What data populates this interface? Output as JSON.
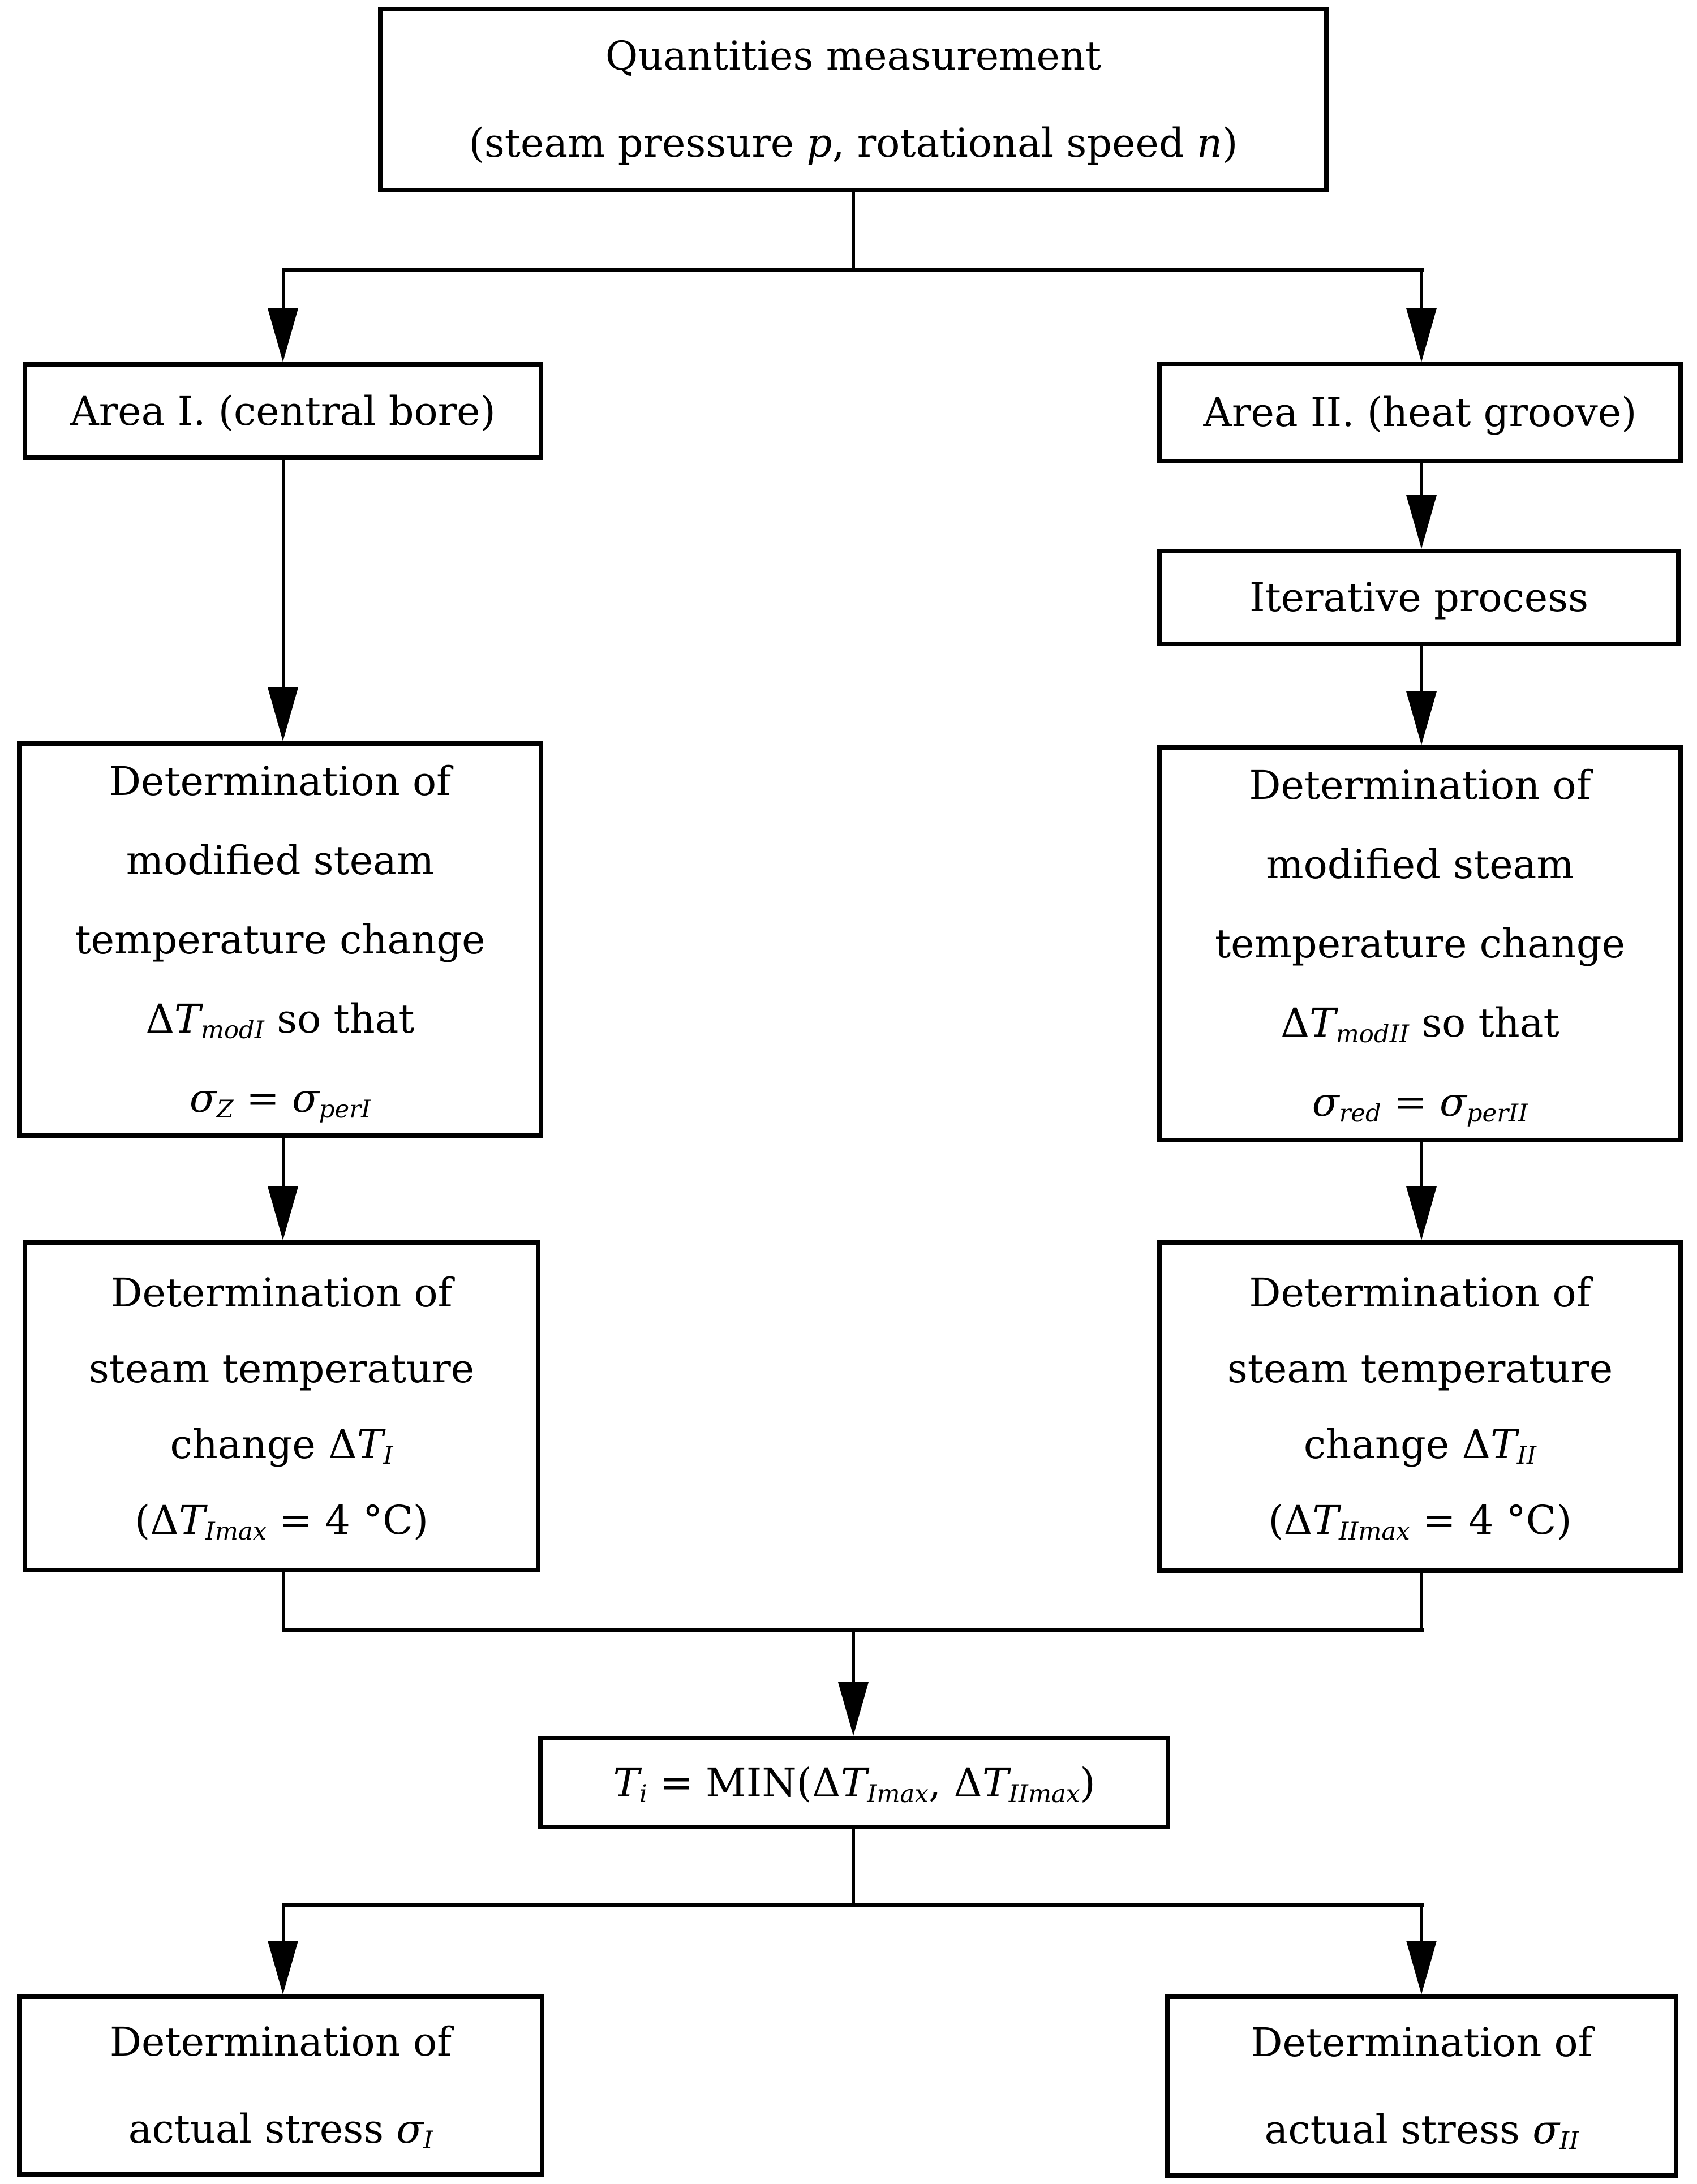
{
  "figure": {
    "description": "Flowchart of steam temperature change determination for turbine rotor areas",
    "colors": {
      "line": "#000000",
      "background": "#ffffff",
      "text": "#000000"
    }
  },
  "boxes": {
    "quantities": {
      "lines": [
        [
          {
            "t": "Quantities measurement"
          }
        ],
        [
          {
            "t": "(steam pressure "
          },
          {
            "t": "p",
            "i": true
          },
          {
            "t": ", rotational speed "
          },
          {
            "t": "n",
            "i": true
          },
          {
            "t": ")"
          }
        ]
      ]
    },
    "area1": {
      "text": "Area I. (central bore)"
    },
    "area2": {
      "text": "Area II. (heat groove)"
    },
    "iterative": {
      "text": "Iterative process"
    },
    "mod1": {
      "lines": [
        [
          {
            "t": "Determination of"
          }
        ],
        [
          {
            "t": "modified steam"
          }
        ],
        [
          {
            "t": "temperature change"
          }
        ],
        [
          {
            "t": "Δ"
          },
          {
            "t": "T",
            "i": true
          },
          {
            "t": "modI",
            "i": true,
            "sub": true
          },
          {
            "t": " so that"
          }
        ],
        [
          {
            "t": "σ",
            "i": true
          },
          {
            "t": "Z",
            "i": true,
            "sub": true
          },
          {
            "t": " = "
          },
          {
            "t": "σ",
            "i": true
          },
          {
            "t": "perI",
            "i": true,
            "sub": true
          }
        ]
      ]
    },
    "mod2": {
      "lines": [
        [
          {
            "t": "Determination of"
          }
        ],
        [
          {
            "t": "modified steam"
          }
        ],
        [
          {
            "t": "temperature change"
          }
        ],
        [
          {
            "t": "Δ"
          },
          {
            "t": "T",
            "i": true
          },
          {
            "t": "modII",
            "i": true,
            "sub": true
          },
          {
            "t": " so that"
          }
        ],
        [
          {
            "t": "σ",
            "i": true
          },
          {
            "t": "red",
            "i": true,
            "sub": true
          },
          {
            "t": " = "
          },
          {
            "t": "σ",
            "i": true
          },
          {
            "t": "perII",
            "i": true,
            "sub": true
          }
        ]
      ]
    },
    "dt1": {
      "lines": [
        [
          {
            "t": "Determination of"
          }
        ],
        [
          {
            "t": "steam temperature"
          }
        ],
        [
          {
            "t": "change Δ"
          },
          {
            "t": "T",
            "i": true
          },
          {
            "t": "I",
            "i": true,
            "sub": true
          }
        ],
        [
          {
            "t": "(Δ"
          },
          {
            "t": "T",
            "i": true
          },
          {
            "t": "Imax",
            "i": true,
            "sub": true
          },
          {
            "t": " = 4 °C)"
          }
        ]
      ]
    },
    "dt2": {
      "lines": [
        [
          {
            "t": "Determination of"
          }
        ],
        [
          {
            "t": "steam temperature"
          }
        ],
        [
          {
            "t": "change Δ"
          },
          {
            "t": "T",
            "i": true
          },
          {
            "t": "II",
            "i": true,
            "sub": true
          }
        ],
        [
          {
            "t": "(Δ"
          },
          {
            "t": "T",
            "i": true
          },
          {
            "t": "IImax",
            "i": true,
            "sub": true
          },
          {
            "t": " = 4 °C)"
          }
        ]
      ]
    },
    "min": {
      "lines": [
        [
          {
            "t": "T",
            "i": true
          },
          {
            "t": "i",
            "i": true,
            "sub": true
          },
          {
            "t": " = MIN(Δ"
          },
          {
            "t": "T",
            "i": true
          },
          {
            "t": "Imax",
            "i": true,
            "sub": true
          },
          {
            "t": ", Δ"
          },
          {
            "t": "T",
            "i": true
          },
          {
            "t": "IImax",
            "i": true,
            "sub": true
          },
          {
            "t": ")"
          }
        ]
      ]
    },
    "stress1": {
      "lines": [
        [
          {
            "t": "Determination of"
          }
        ],
        [
          {
            "t": "actual stress "
          },
          {
            "t": "σ",
            "i": true
          },
          {
            "t": "I",
            "i": true,
            "sub": true
          }
        ]
      ]
    },
    "stress2": {
      "lines": [
        [
          {
            "t": "Determination of"
          }
        ],
        [
          {
            "t": "actual stress "
          },
          {
            "t": "σ",
            "i": true
          },
          {
            "t": "II",
            "i": true,
            "sub": true
          }
        ]
      ]
    }
  }
}
